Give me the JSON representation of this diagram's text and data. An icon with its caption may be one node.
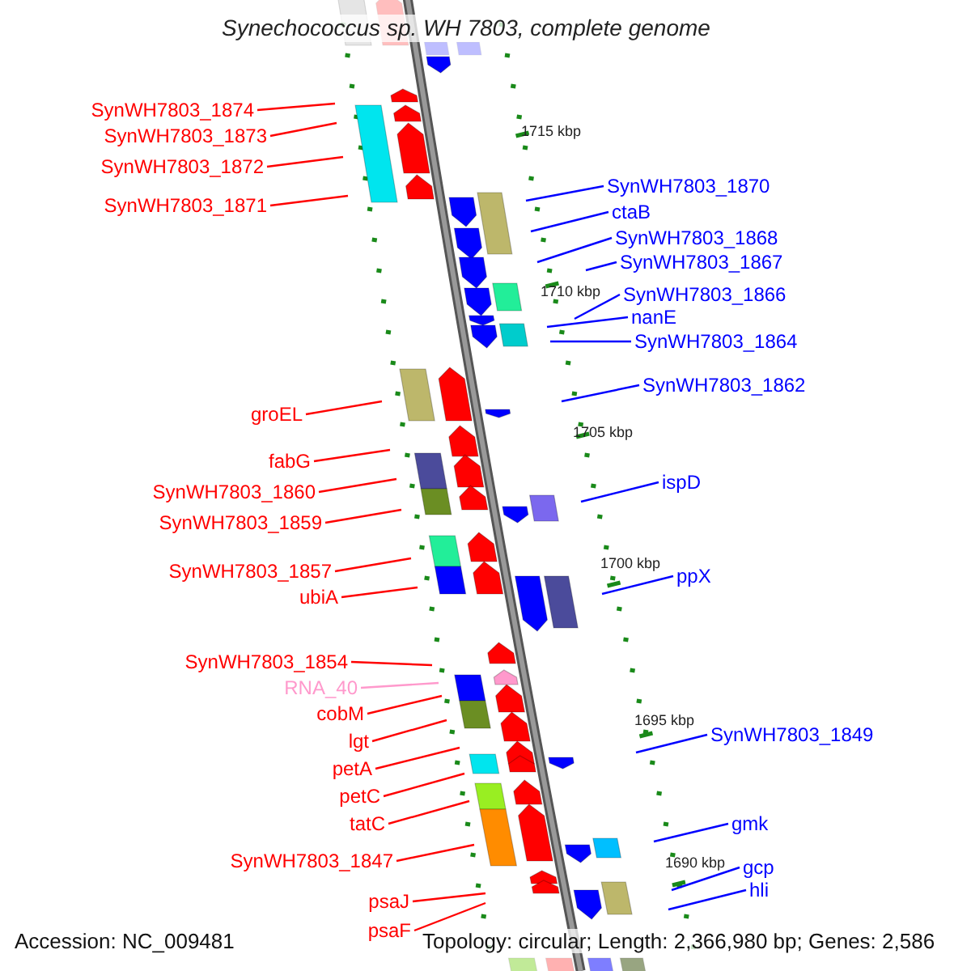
{
  "diagram": {
    "title": "Synechococcus sp. WH 7803, complete genome",
    "nodes": [
      {
        "text": [
          "SynWH7803_1874"
        ]
      },
      {
        "text": [
          "SynWH7803_1873"
        ]
      },
      {
        "text": [
          "SynWH7803_1872"
        ]
      },
      {
        "text": [
          "SynWH7803_1871"
        ]
      },
      {
        "text": [
          "groEL"
        ]
      },
      {
        "text": [
          "fabG"
        ]
      },
      {
        "text": [
          "SynWH7803_1860"
        ]
      },
      {
        "text": [
          "SynWH7803_1859"
        ]
      },
      {
        "text": [
          "SynWH7803_1857"
        ]
      },
      {
        "text": [
          "ubiA"
        ]
      },
      {
        "text": [
          "SynWH7803_1854"
        ]
      },
      {
        "text": [
          "RNA_40"
        ]
      },
      {
        "text": [
          "cobM"
        ]
      },
      {
        "text": [
          "lgt"
        ]
      },
      {
        "text": [
          "petA"
        ]
      },
      {
        "text": [
          "petC"
        ]
      },
      {
        "text": [
          "tatC"
        ]
      },
      {
        "text": [
          "SynWH7803_1847"
        ]
      },
      {
        "text": [
          "psaJ"
        ]
      },
      {
        "text": [
          "psaF"
        ]
      },
      {
        "text": [
          "SynWH7803_1870"
        ]
      },
      {
        "text": [
          "ctaB"
        ]
      },
      {
        "text": [
          "SynWH7803_1868"
        ]
      },
      {
        "text": [
          "SynWH7803_1867"
        ]
      },
      {
        "text": [
          "SynWH7803_1866"
        ]
      },
      {
        "text": [
          "nanE"
        ]
      },
      {
        "text": [
          "SynWH7803_1864"
        ]
      },
      {
        "text": [
          "SynWH7803_1862"
        ]
      },
      {
        "text": [
          "ispD"
        ]
      },
      {
        "text": [
          "ppX"
        ]
      },
      {
        "text": [
          "SynWH7803_1849"
        ]
      },
      {
        "text": [
          "gmk"
        ]
      },
      {
        "text": [
          "gcp"
        ]
      },
      {
        "text": [
          "hli"
        ]
      }
    ],
    "edges": [
      {
        "from": 0,
        "to": null,
        "arrow": "none"
      },
      {
        "from": 1,
        "to": null,
        "arrow": "none"
      },
      {
        "from": 2,
        "to": null,
        "arrow": "none"
      },
      {
        "from": 3,
        "to": null,
        "arrow": "none"
      },
      {
        "from": 4,
        "to": null,
        "arrow": "none"
      },
      {
        "from": 5,
        "to": null,
        "arrow": "none"
      },
      {
        "from": 6,
        "to": null,
        "arrow": "none"
      },
      {
        "from": 7,
        "to": null,
        "arrow": "none"
      },
      {
        "from": 8,
        "to": null,
        "arrow": "none"
      },
      {
        "from": 9,
        "to": null,
        "arrow": "none"
      },
      {
        "from": 10,
        "to": null,
        "arrow": "none"
      },
      {
        "from": 11,
        "to": null,
        "arrow": "none",
        "color": "#ff99cc"
      },
      {
        "from": 12,
        "to": null,
        "arrow": "none"
      },
      {
        "from": 13,
        "to": null,
        "arrow": "none"
      },
      {
        "from": 14,
        "to": null,
        "arrow": "none"
      },
      {
        "from": 15,
        "to": null,
        "arrow": "none"
      },
      {
        "from": 16,
        "to": null,
        "arrow": "none"
      },
      {
        "from": 17,
        "to": null,
        "arrow": "none"
      },
      {
        "from": 18,
        "to": null,
        "arrow": "none"
      },
      {
        "from": 19,
        "to": null,
        "arrow": "none"
      },
      {
        "from": 20,
        "to": null,
        "arrow": "none",
        "color": "#0000ff"
      },
      {
        "from": 21,
        "to": null,
        "arrow": "none",
        "color": "#0000ff"
      },
      {
        "from": 22,
        "to": null,
        "arrow": "none",
        "color": "#0000ff"
      },
      {
        "from": 23,
        "to": null,
        "arrow": "none",
        "color": "#0000ff"
      },
      {
        "from": 24,
        "to": null,
        "arrow": "none",
        "color": "#0000ff"
      },
      {
        "from": 25,
        "to": null,
        "arrow": "none",
        "color": "#0000ff"
      },
      {
        "from": 26,
        "to": null,
        "arrow": "none",
        "color": "#0000ff"
      },
      {
        "from": 27,
        "to": null,
        "arrow": "none",
        "color": "#0000ff"
      },
      {
        "from": 28,
        "to": null,
        "arrow": "none",
        "color": "#0000ff"
      },
      {
        "from": 29,
        "to": null,
        "arrow": "none",
        "color": "#0000ff"
      },
      {
        "from": 30,
        "to": null,
        "arrow": "none",
        "color": "#0000ff"
      },
      {
        "from": 31,
        "to": null,
        "arrow": "none",
        "color": "#0000ff"
      },
      {
        "from": 32,
        "to": null,
        "arrow": "none",
        "color": "#0000ff"
      },
      {
        "from": 33,
        "to": null,
        "arrow": "none",
        "color": "#0000ff"
      }
    ],
    "labels": [
      "1715 kbp",
      "1710 kbp",
      "1705 kbp",
      "1700 kbp",
      "1695 kbp",
      "1690 kbp",
      "Accession: NC_009481",
      "Topology: circular; Length: 2,366,980 bp; Genes: 2,586"
    ]
  }
}
